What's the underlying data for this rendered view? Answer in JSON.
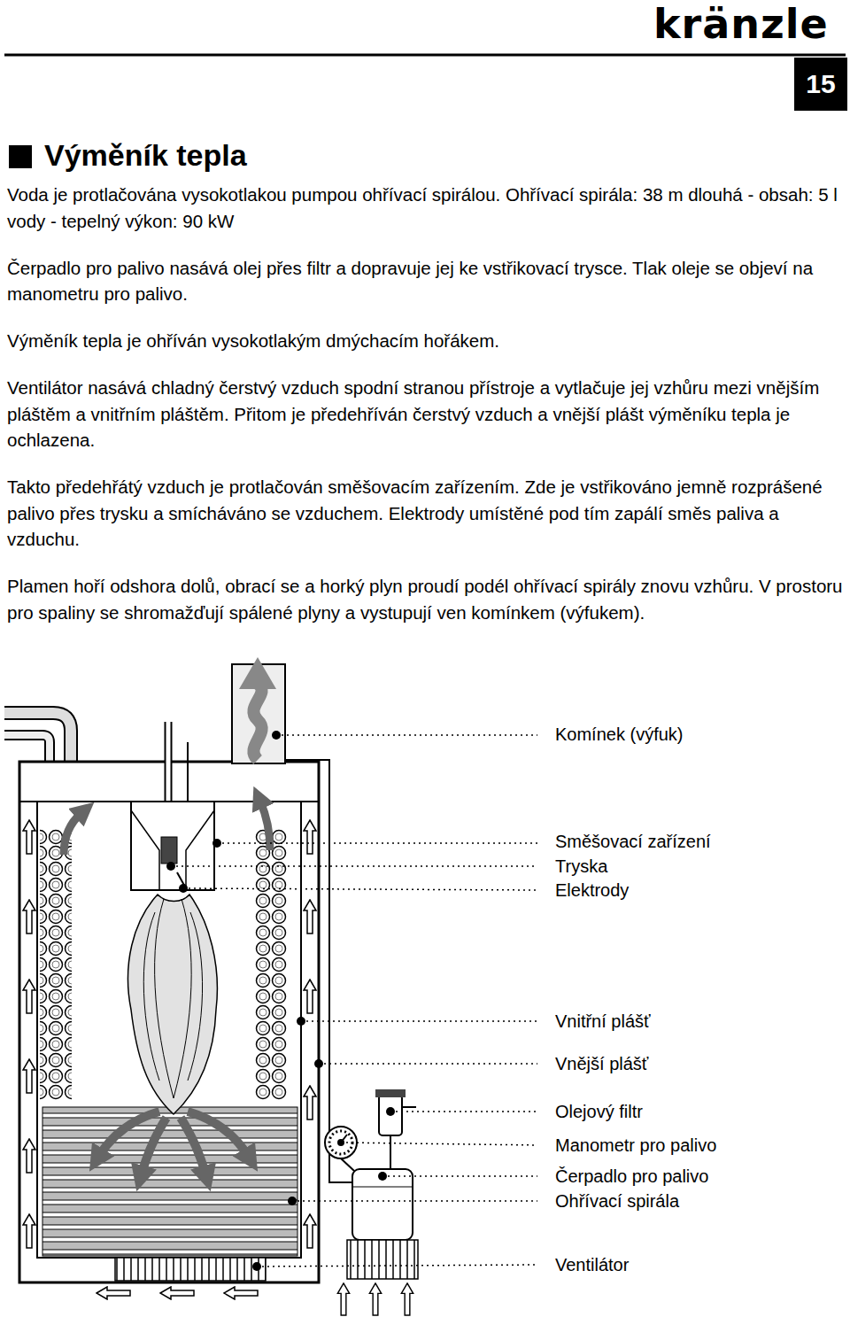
{
  "diagram": {
    "title": "Výměník tepla",
    "nodes": [
      {
        "text": [
          "15"
        ]
      }
    ],
    "labels": [
      "kränzle",
      "Voda je protlačována vysokotlakou pumpou ohřívací spirálou. Ohřívací spirála: 38 m dlouhá - obsah: 5 l vody - tepelný výkon: 90 kW",
      "Čerpadlo pro palivo nasává olej přes filtr a dopravuje jej ke vstřikovací trysce. Tlak oleje se objeví na manometru pro palivo.",
      "Výměník tepla je ohříván vysokotlakým dmýchacím hořákem.",
      "Ventilátor nasává chladný čerstvý vzduch spodní stranou přístroje a vytlačuje jej vzhůru mezi vnějším pláštěm a vnitřním pláštěm. Přitom je předehříván čerstvý vzduch a vnější plášt výměníku tepla je ochlazena.",
      "Takto předehřátý vzduch je protlačován směšovacím zařízením. Zde je vstřikováno jemně rozprášené palivo přes trysku a smícháváno se vzduchem. Elektrody umístěné pod tím zapálí směs paliva a vzduchu.",
      "Plamen hoří odshora dolů, obrací se a horký plyn proudí podél ohřívací spirály znovu vzhůru. V prostoru pro spaliny se shromažďují spálené plyny a vystupují ven komínkem (výfukem).",
      "Komínek (výfuk)",
      "Směšovací zařízení",
      "Tryska",
      "Elektrody",
      "Vnitřní plášť",
      "Vnější plášť",
      "Olejový filtr",
      "Manometr pro palivo",
      "Čerpadlo pro palivo",
      "Ohřívací spirála",
      "Ventilátor"
    ]
  }
}
